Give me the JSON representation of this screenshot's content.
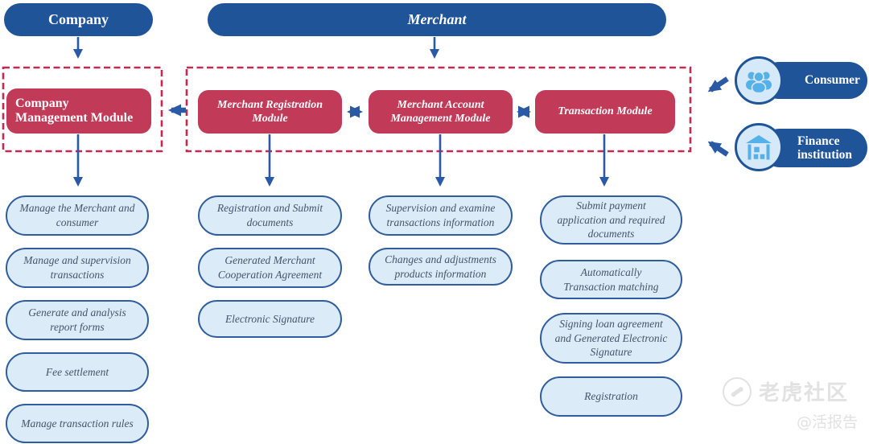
{
  "colors": {
    "dark_blue": "#1F5499",
    "crimson": "#C13A58",
    "dashed_red": "#C42A50",
    "light_pill_bg": "#DCEBF8",
    "pill_border": "#2F5D9E",
    "pill_text": "#44546A",
    "arrow_blue": "#2A5AA6",
    "icon_blue": "#56B1E8",
    "icon_circle_bg": "#D6E9F8",
    "watermark_gray": "#E2E2E2"
  },
  "headers": {
    "company": "Company",
    "merchant": "Merchant"
  },
  "modules": {
    "company_management": "Company Management Module",
    "merchant_registration": "Merchant Registration Module",
    "merchant_account": "Merchant Account Management Module",
    "transaction": "Transaction Module"
  },
  "actors": {
    "consumer": {
      "label": "Consumer",
      "icon": "people-icon"
    },
    "finance": {
      "label": "Finance institution",
      "icon": "bank-icon"
    }
  },
  "columns": [
    {
      "module": "Company Management Module",
      "items": [
        "Manage the Merchant and consumer",
        "Manage and supervision transactions",
        "Generate and analysis report forms",
        "Fee settlement",
        "Manage transaction rules"
      ]
    },
    {
      "module": "Merchant Registration Module",
      "items": [
        "Registration and Submit documents",
        "Generated Merchant Cooperation Agreement",
        "Electronic Signature"
      ]
    },
    {
      "module": "Merchant Account Management Module",
      "items": [
        "Supervision and examine transactions information",
        "Changes and adjustments products information"
      ]
    },
    {
      "module": "Transaction Module",
      "items": [
        "Submit payment application and required documents",
        "Automatically Transaction matching",
        "Signing loan agreement and Generated Electronic Signature",
        "Registration"
      ]
    }
  ],
  "watermark": {
    "title": "老虎社区",
    "handle": "@活报告"
  }
}
